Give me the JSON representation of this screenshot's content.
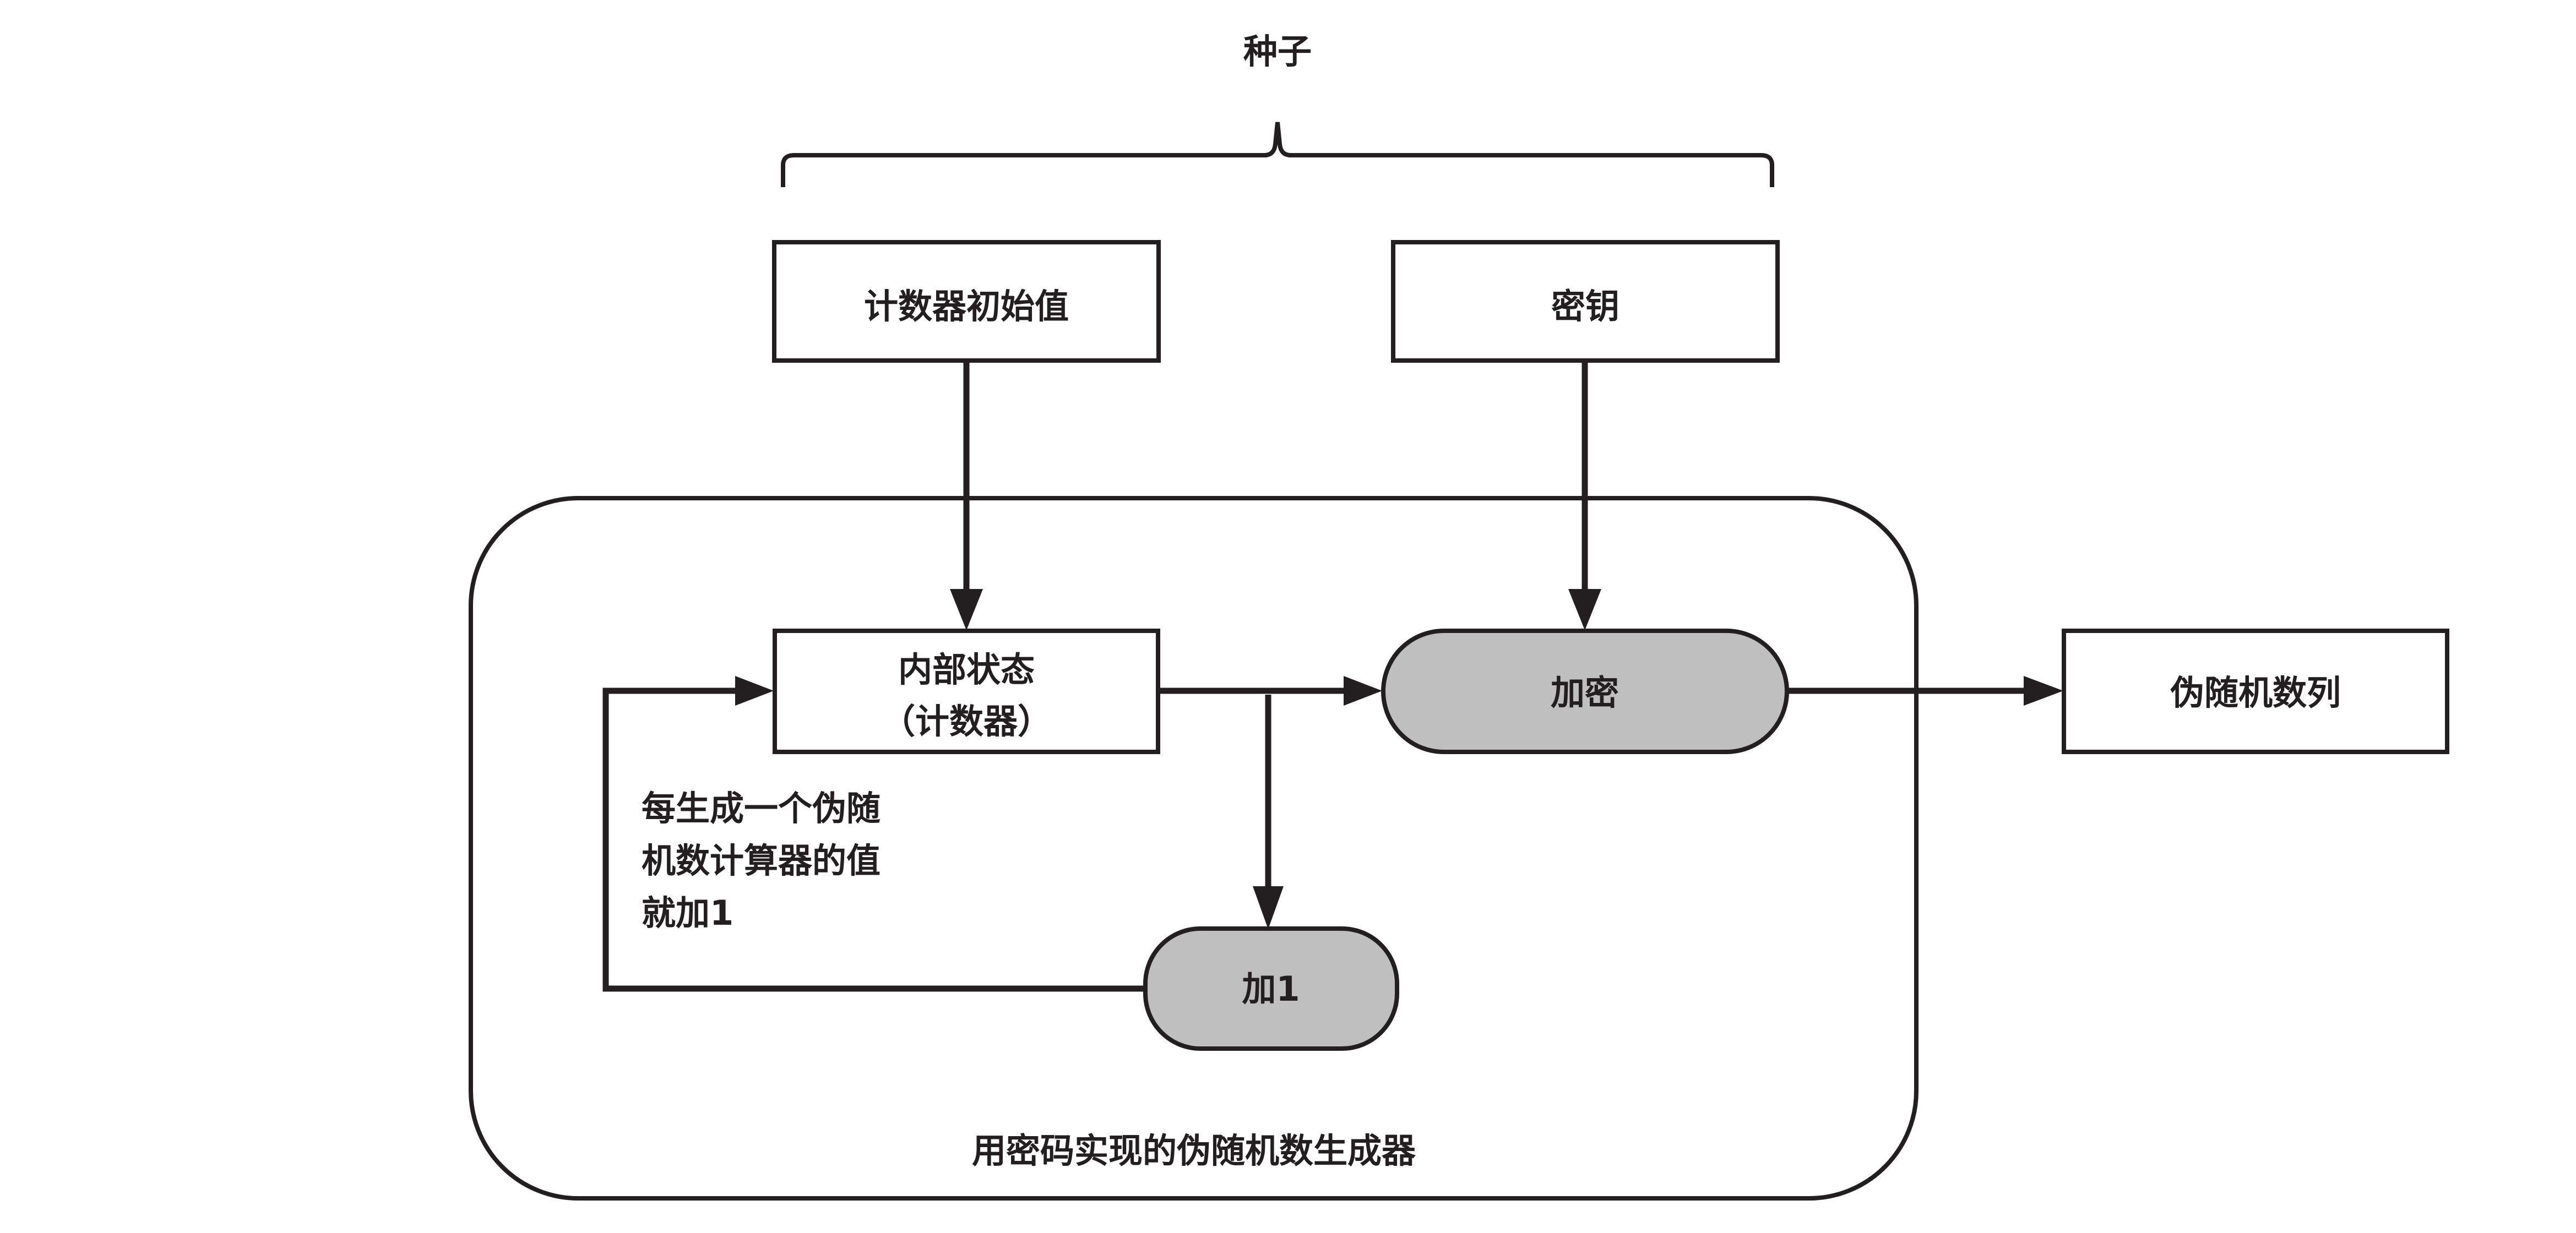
{
  "seed": {
    "label": "种子"
  },
  "counter_init": {
    "label": "计数器初始值"
  },
  "key": {
    "label": "密钥"
  },
  "internal_state": {
    "line1": "内部状态",
    "line2": "（计数器）"
  },
  "encrypt": {
    "label": "加密"
  },
  "output": {
    "label": "伪随机数列"
  },
  "increment": {
    "label": "加1"
  },
  "note": {
    "line1": "每生成一个伪随",
    "line2": "机数计算器的值",
    "line3": "就加1"
  },
  "container": {
    "label": "用密码实现的伪随机数生成器"
  },
  "colors": {
    "stroke": "#231f20",
    "pill_fill": "#bfbfbf",
    "background": "#ffffff"
  }
}
